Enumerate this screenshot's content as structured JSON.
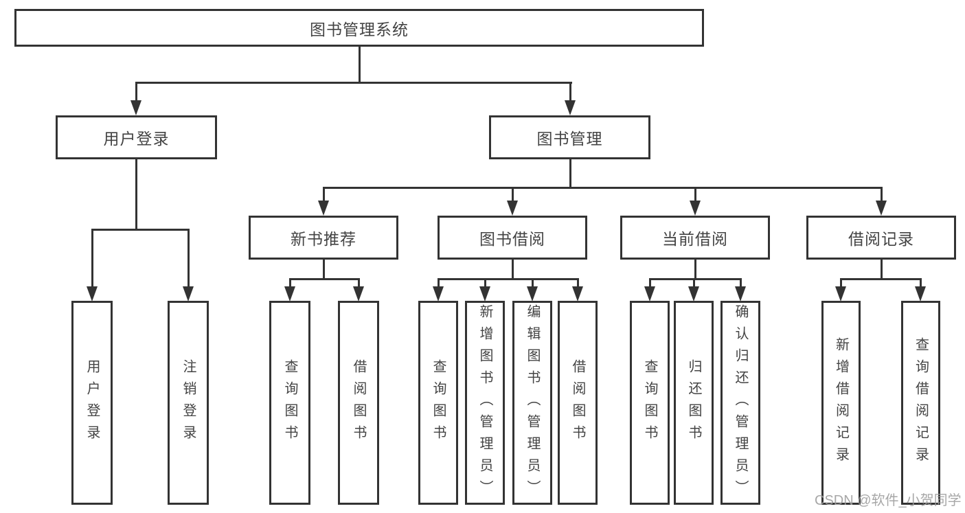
{
  "colors": {
    "line": "#333333",
    "text": "#434343",
    "watermark": "#9e9e9e"
  },
  "watermark": {
    "text": "CSDN @软件_小贺同学"
  },
  "tree": {
    "root": {
      "label": "图书管理系统"
    },
    "level2": [
      {
        "label": "用户登录"
      },
      {
        "label": "图书管理"
      }
    ],
    "level3": [
      {
        "label": "新书推荐",
        "parent": "图书管理"
      },
      {
        "label": "图书借阅",
        "parent": "图书管理"
      },
      {
        "label": "当前借阅",
        "parent": "图书管理"
      },
      {
        "label": "借阅记录",
        "parent": "图书管理"
      }
    ],
    "leaves": [
      {
        "label": "用户登录",
        "parent": "用户登录"
      },
      {
        "label": "注销登录",
        "parent": "用户登录"
      },
      {
        "label": "查询图书",
        "parent": "新书推荐"
      },
      {
        "label": "借阅图书",
        "parent": "新书推荐"
      },
      {
        "label": "查询图书",
        "parent": "图书借阅"
      },
      {
        "label": "新增图书（管理员）",
        "parent": "图书借阅"
      },
      {
        "label": "编辑图书（管理员）",
        "parent": "图书借阅"
      },
      {
        "label": "借阅图书",
        "parent": "图书借阅"
      },
      {
        "label": "查询图书",
        "parent": "当前借阅"
      },
      {
        "label": "归还图书",
        "parent": "当前借阅"
      },
      {
        "label": "确认归还（管理员）",
        "parent": "当前借阅"
      },
      {
        "label": "新增借阅记录",
        "parent": "借阅记录"
      },
      {
        "label": "查询借阅记录",
        "parent": "借阅记录"
      }
    ]
  }
}
